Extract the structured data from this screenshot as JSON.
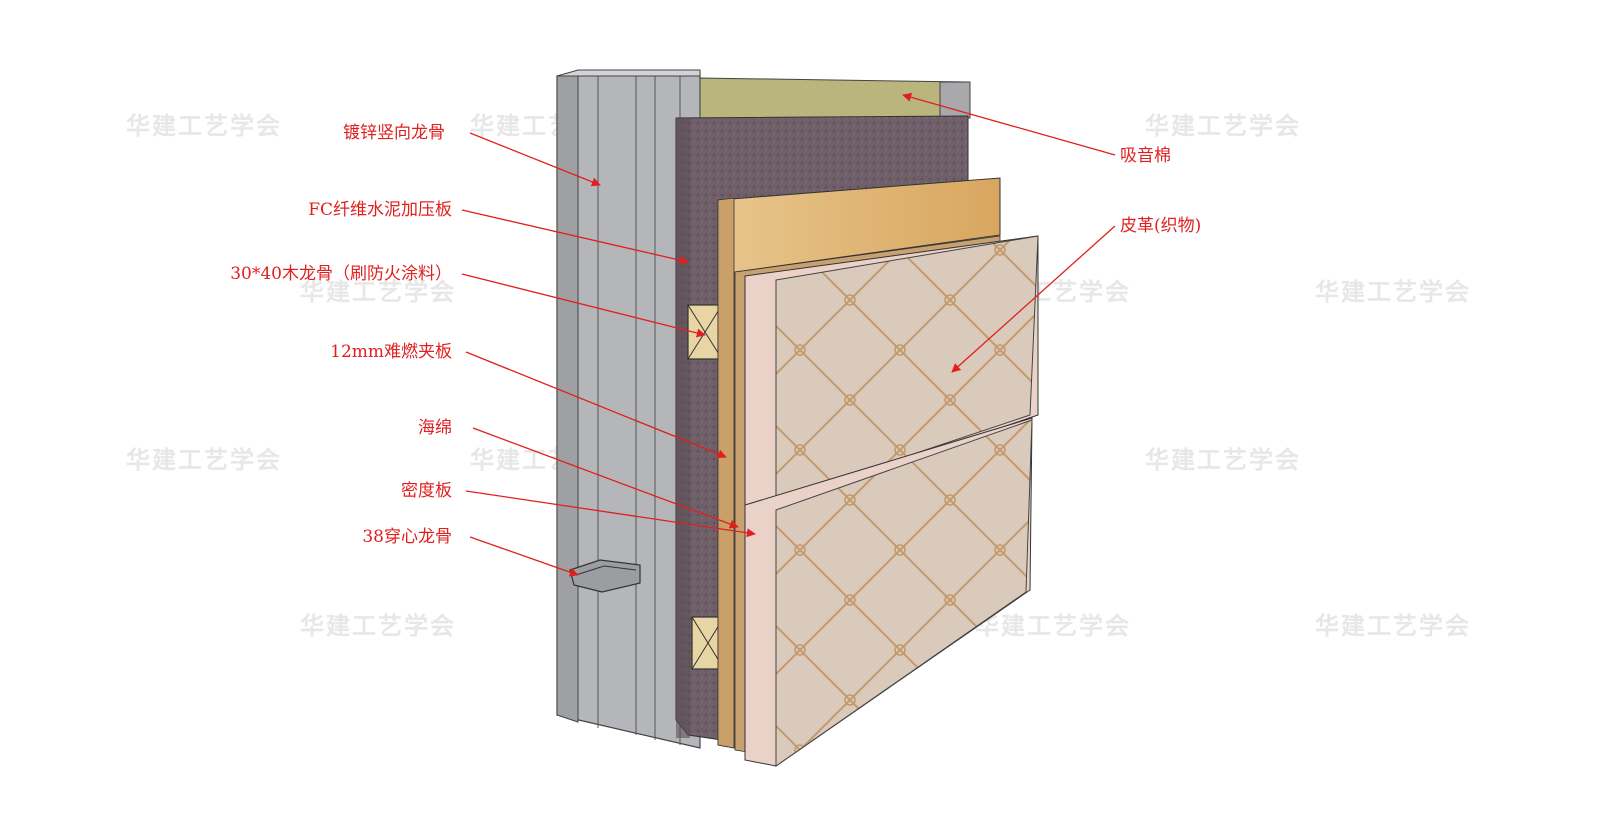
{
  "watermark": "华建工艺学会",
  "labels": {
    "galvanized_keel": "镀锌竖向龙骨",
    "fc_board": "FC纤维水泥加压板",
    "wood_keel": "30*40木龙骨（刷防火涂料）",
    "plywood": "12mm难燃夹板",
    "sponge": "海绵",
    "mdf": "密度板",
    "through_keel": "38穿心龙骨",
    "acoustic_wool": "吸音棉",
    "leather": "皮革(织物)"
  },
  "colors": {
    "leader": "#e02020",
    "metal": "#a9aaae",
    "fc_board": "#6e5e66",
    "wool": "#b7b37a",
    "plywood": "#e0b97a",
    "sponge": "#f6c6cb",
    "leather": "#d9c8b8",
    "stitch": "#c79b6a"
  }
}
